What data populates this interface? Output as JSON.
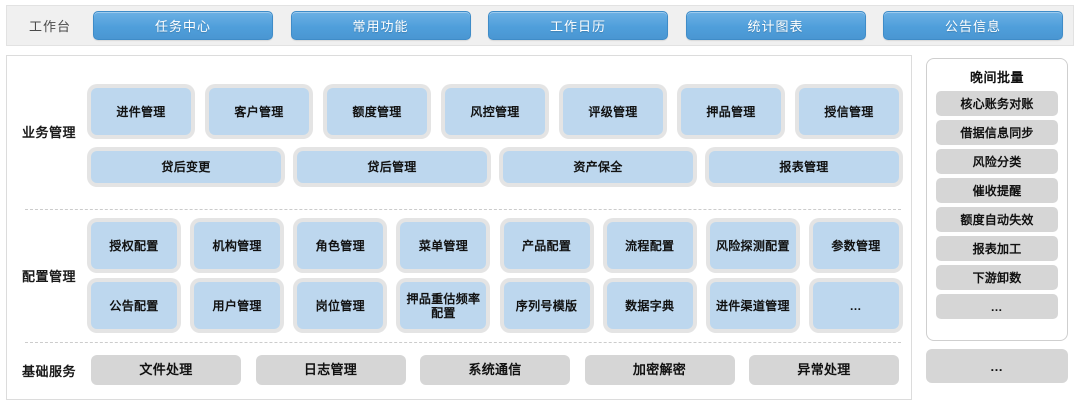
{
  "header": {
    "label": "工作台",
    "tabs": [
      {
        "label": "任务中心"
      },
      {
        "label": "常用功能"
      },
      {
        "label": "工作日历"
      },
      {
        "label": "统计图表"
      },
      {
        "label": "公告信息"
      }
    ],
    "accent_color": "#4f9fdb",
    "bar_background": "#f0f0f0"
  },
  "sections": {
    "business": {
      "label": "业务管理",
      "row1": [
        {
          "label": "进件管理"
        },
        {
          "label": "客户管理"
        },
        {
          "label": "额度管理"
        },
        {
          "label": "风控管理"
        },
        {
          "label": "评级管理"
        },
        {
          "label": "押品管理"
        },
        {
          "label": "授信管理"
        }
      ],
      "row2": [
        {
          "label": "贷后变更"
        },
        {
          "label": "贷后管理"
        },
        {
          "label": "资产保全"
        },
        {
          "label": "报表管理"
        }
      ]
    },
    "config": {
      "label": "配置管理",
      "row1": [
        {
          "label": "授权配置"
        },
        {
          "label": "机构管理"
        },
        {
          "label": "角色管理"
        },
        {
          "label": "菜单管理"
        },
        {
          "label": "产品配置"
        },
        {
          "label": "流程配置"
        },
        {
          "label": "风险探测配置"
        },
        {
          "label": "参数管理"
        }
      ],
      "row2": [
        {
          "label": "公告配置"
        },
        {
          "label": "用户管理"
        },
        {
          "label": "岗位管理"
        },
        {
          "label": "押品重估频率配置"
        },
        {
          "label": "序列号模版"
        },
        {
          "label": "数据字典"
        },
        {
          "label": "进件渠道管理"
        },
        {
          "label": "…"
        }
      ]
    },
    "basic": {
      "label": "基础服务",
      "items": [
        {
          "label": "文件处理"
        },
        {
          "label": "日志管理"
        },
        {
          "label": "系统通信"
        },
        {
          "label": "加密解密"
        },
        {
          "label": "异常处理"
        }
      ]
    }
  },
  "batch_panel": {
    "title": "晚间批量",
    "items": [
      {
        "label": "核心账务对账"
      },
      {
        "label": "借据信息同步"
      },
      {
        "label": "风险分类"
      },
      {
        "label": "催收提醒"
      },
      {
        "label": "额度自动失效"
      },
      {
        "label": "报表加工"
      },
      {
        "label": "下游卸数"
      },
      {
        "label": "…"
      }
    ],
    "more_label": "…",
    "tile_color": "#d6d6d6"
  },
  "palette": {
    "tile_blue": "#bdd7ee",
    "tile_gray": "#d6d6d6",
    "tile_ring": "#e4e4e4"
  }
}
